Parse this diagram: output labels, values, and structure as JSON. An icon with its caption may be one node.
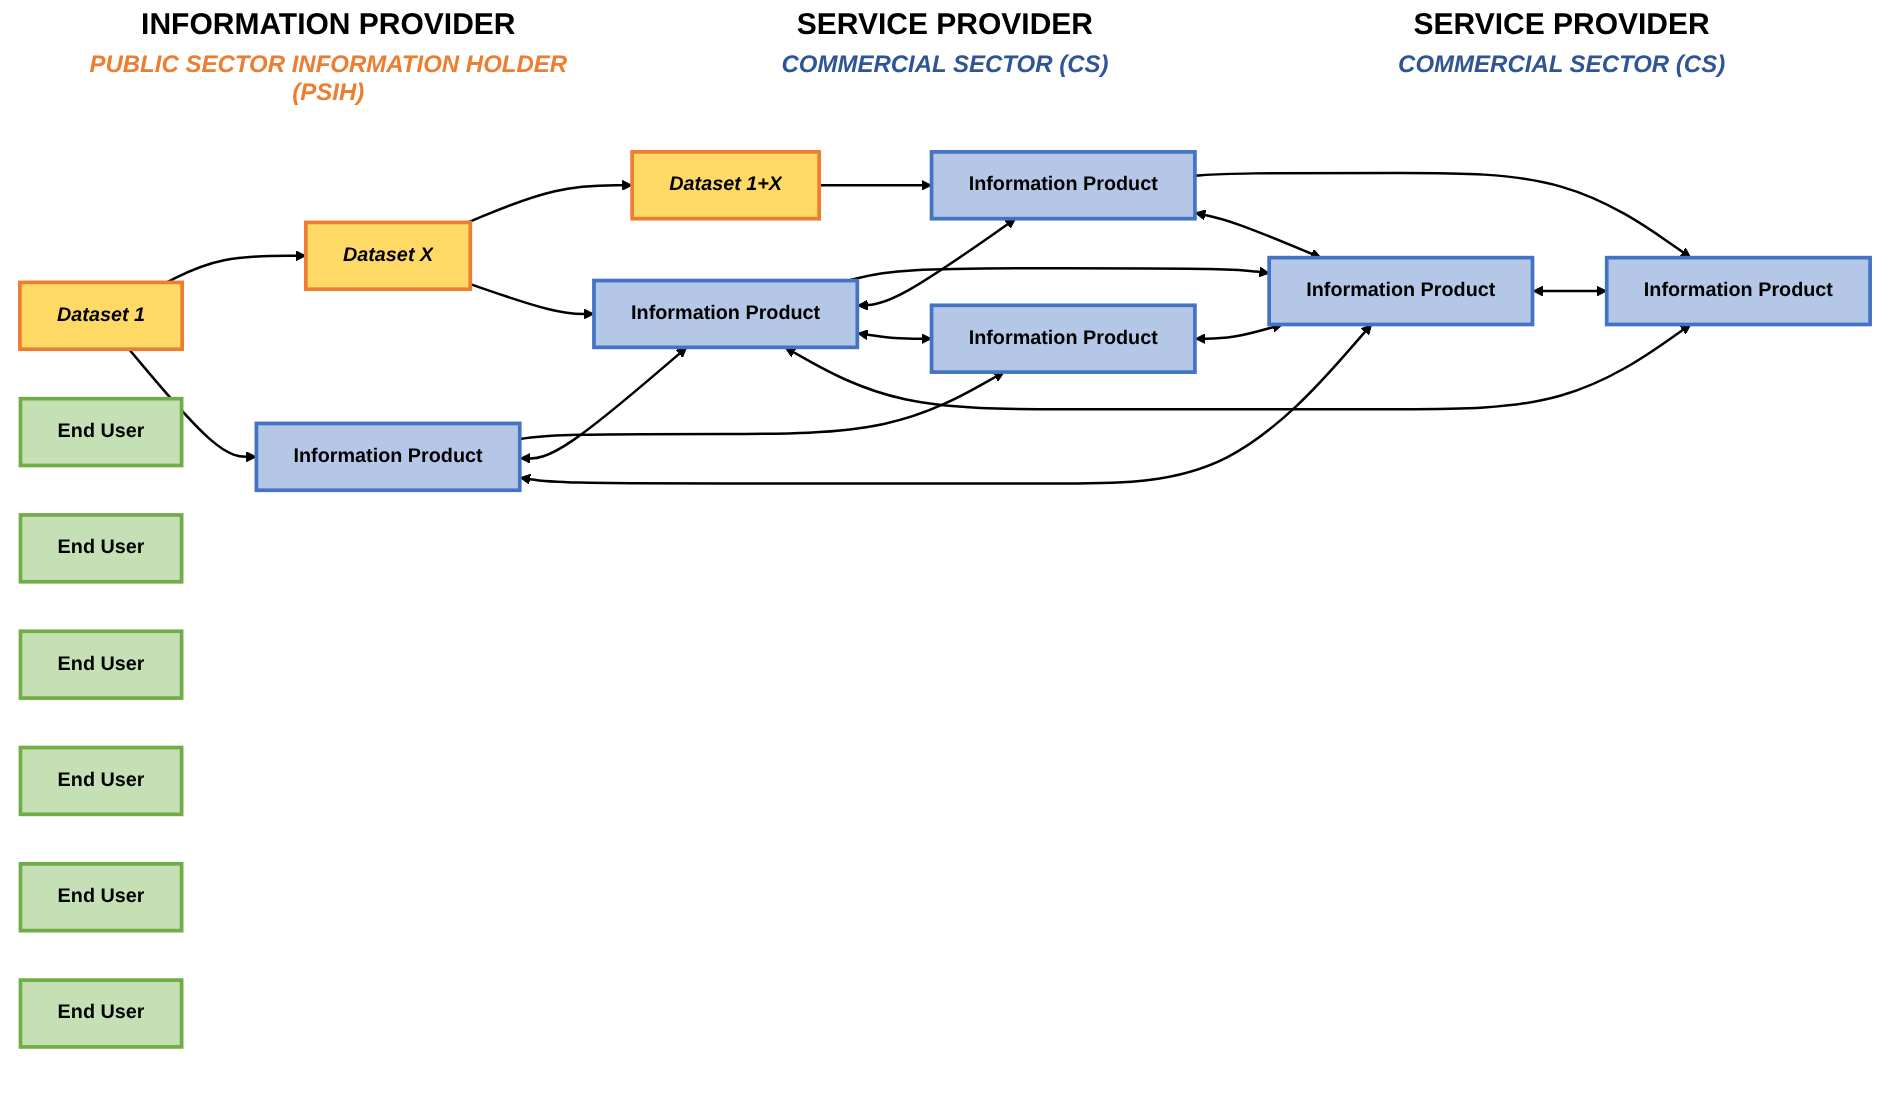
{
  "diagram": {
    "nodes": [
      {
        "text": [
          "Dataset 1"
        ]
      },
      {
        "text": [
          "Information Product"
        ]
      },
      {
        "text": [
          "Information Product"
        ]
      },
      {
        "text": [
          "End User"
        ]
      },
      {
        "text": [
          "Dataset X"
        ]
      },
      {
        "text": [
          "Information Product"
        ]
      },
      {
        "text": [
          "Information Product"
        ]
      },
      {
        "text": [
          "End User"
        ]
      },
      {
        "text": [
          "Dataset 1+X"
        ]
      },
      {
        "text": [
          "Information Product"
        ]
      },
      {
        "text": [
          "Information Product"
        ]
      },
      {
        "text": [
          "End User"
        ]
      },
      {
        "text": [
          "End User"
        ]
      },
      {
        "text": [
          "End User"
        ]
      },
      {
        "text": [
          "End User"
        ]
      }
    ],
    "edges": [
      {
        "from": 0,
        "to": 4,
        "arrow": "to"
      },
      {
        "from": 4,
        "to": 8,
        "arrow": "to"
      },
      {
        "from": 0,
        "to": 1,
        "arrow": "to"
      },
      {
        "from": 4,
        "to": 5,
        "arrow": "to"
      },
      {
        "from": 8,
        "to": 9,
        "arrow": "to"
      },
      {
        "from": 1,
        "to": 2,
        "arrow": "to"
      },
      {
        "from": 5,
        "to": 6,
        "arrow": "to"
      },
      {
        "from": 9,
        "to": 10,
        "arrow": "to"
      },
      {
        "from": 1,
        "to": 5,
        "arrow": "both"
      },
      {
        "from": 5,
        "to": 9,
        "arrow": "both"
      },
      {
        "from": 2,
        "to": 6,
        "arrow": "both"
      },
      {
        "from": 6,
        "to": 10,
        "arrow": "both"
      },
      {
        "from": 1,
        "to": 6,
        "arrow": "both"
      },
      {
        "from": 5,
        "to": 2,
        "arrow": "both"
      },
      {
        "from": 5,
        "to": 10,
        "arrow": "both"
      },
      {
        "from": 9,
        "to": 6,
        "arrow": "both"
      }
    ],
    "labels": [
      "INFORMATION PROVIDER",
      "SERVICE PROVIDER",
      "SERVICE PROVIDER",
      "PUBLIC SECTOR INFORMATION HOLDER (PSIH)",
      "COMMERCIAL SECTOR (CS)",
      "COMMERCIAL SECTOR (CS)"
    ]
  }
}
